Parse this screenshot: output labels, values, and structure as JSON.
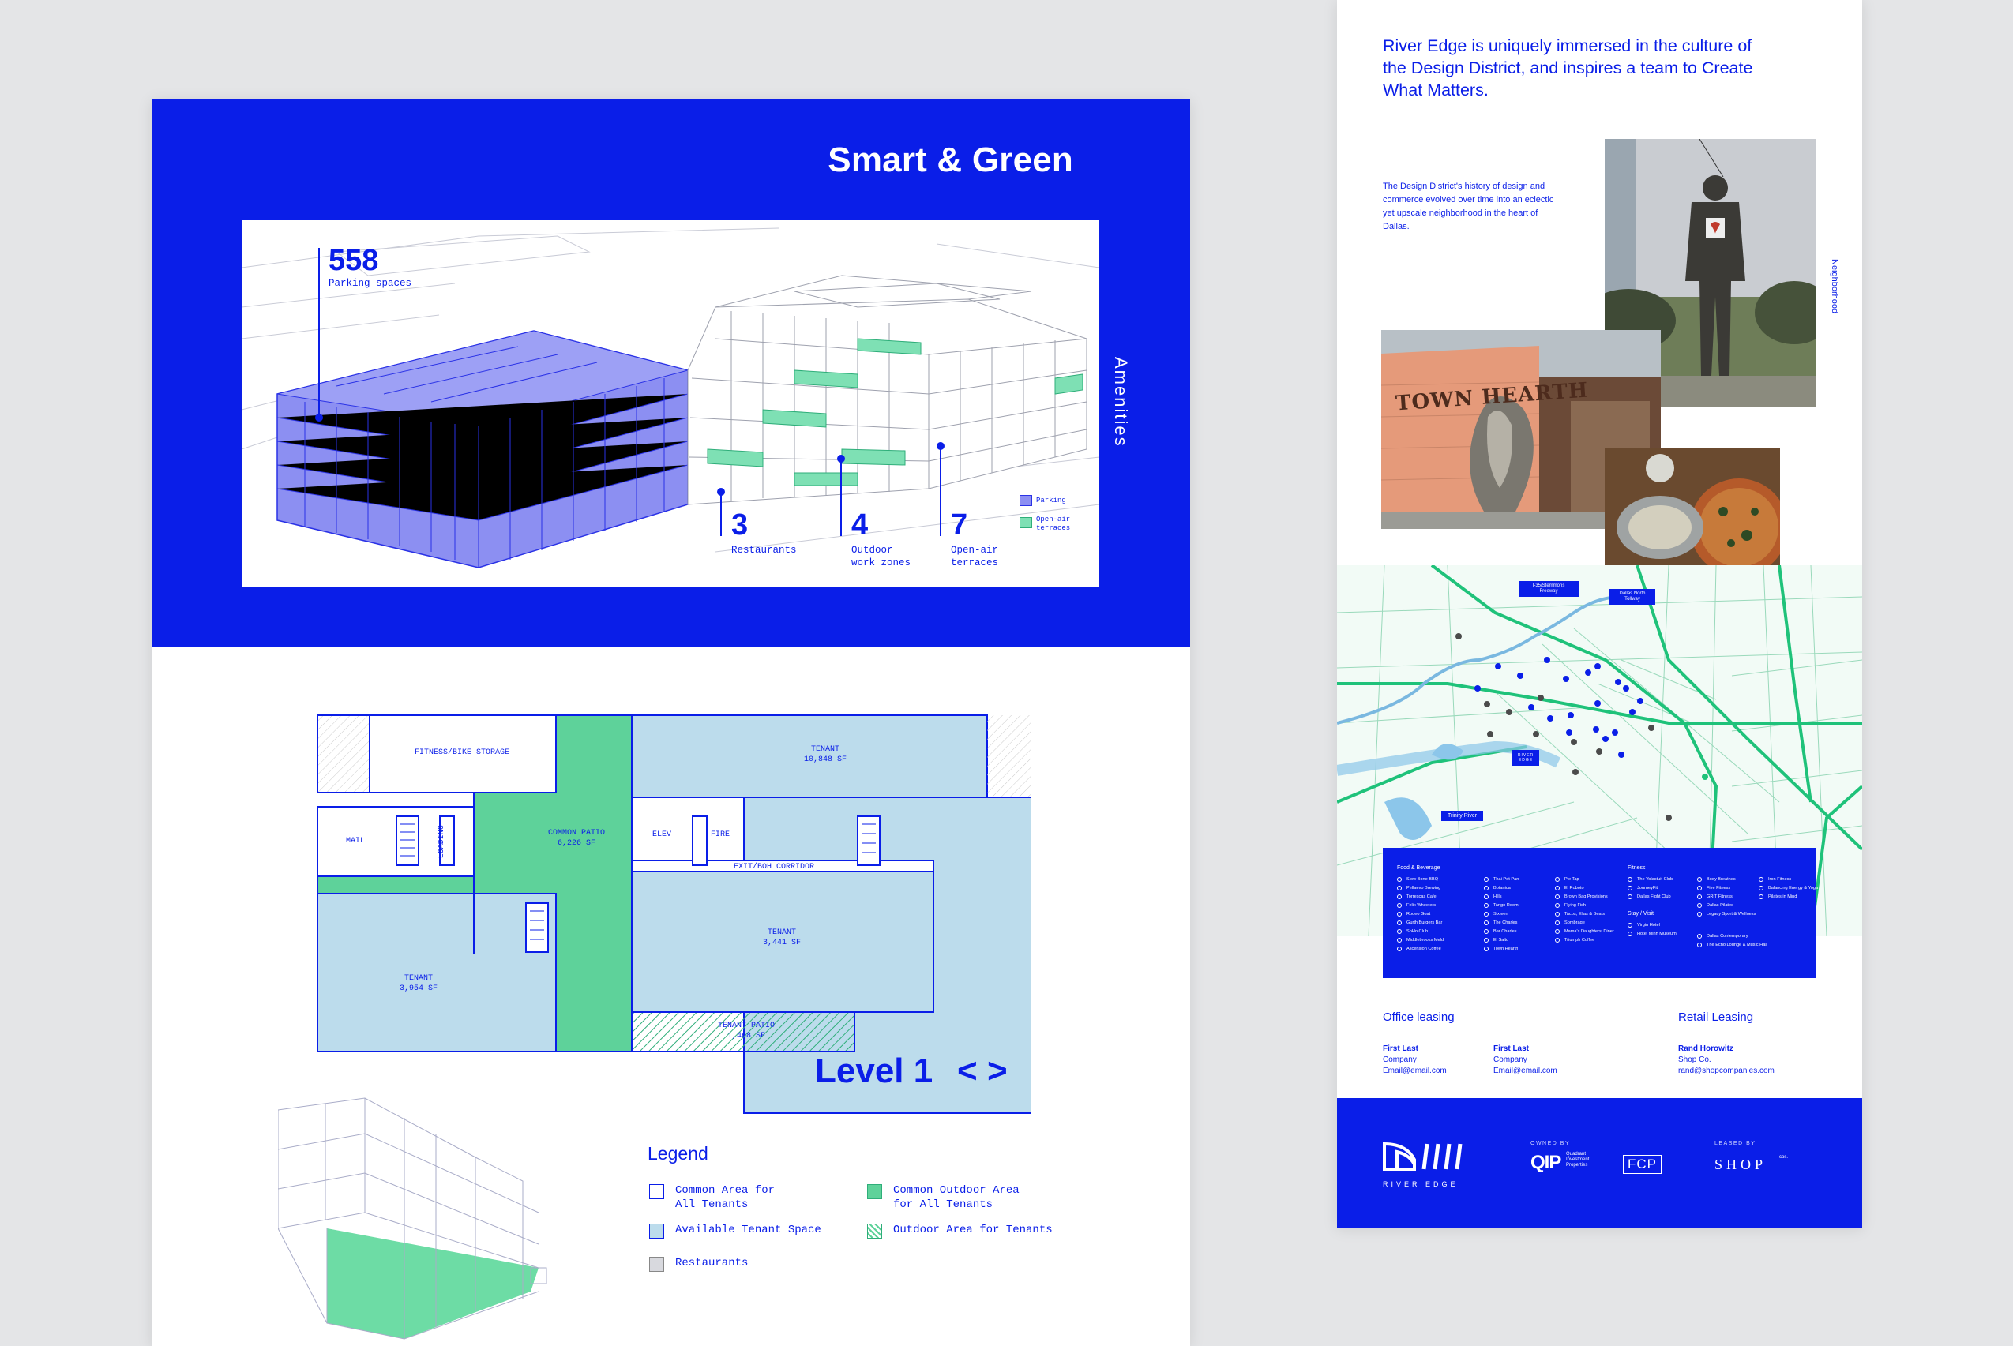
{
  "hero": {
    "title": "Smart & Green",
    "side_label": "Amenities",
    "stats": [
      {
        "number": "558",
        "label": "Parking spaces"
      },
      {
        "number": "3",
        "label": "Restaurants"
      },
      {
        "number": "4",
        "label": "Outdoor\nwork zones"
      },
      {
        "number": "7",
        "label": "Open-air\nterraces"
      }
    ],
    "legend": [
      "Parking",
      "Open-air\nterraces"
    ],
    "colors": {
      "brand_blue": "#0a1ee8",
      "parking": "#8c8ff2",
      "terrace": "#7ee0b4"
    }
  },
  "floor_plan": {
    "rooms": [
      {
        "label": "FITNESS/BIKE STORAGE"
      },
      {
        "label": "MAIL"
      },
      {
        "label": "LOADING"
      },
      {
        "label": "COMMON PATIO\n6,226 SF"
      },
      {
        "label": "ELEV"
      },
      {
        "label": "FIRE"
      },
      {
        "label": "TENANT\n10,848 SF"
      },
      {
        "label": "EXIT/BOH CORRIDOR"
      },
      {
        "label": "TENANT\n3,441 SF"
      },
      {
        "label": "TENANT\n3,954 SF"
      },
      {
        "label": "TENANT PATIO\n1,468 SF"
      }
    ],
    "level": "Level 1",
    "prev": "<",
    "next": ">"
  },
  "legend": {
    "title": "Legend",
    "items": [
      {
        "label": "Common Area for\nAll Tenants",
        "swatch": "outline"
      },
      {
        "label": "Common Outdoor Area\nfor All Tenants",
        "swatch": "green"
      },
      {
        "label": "Available Tenant Space",
        "swatch": "lightblue"
      },
      {
        "label": "Outdoor Area for Tenants",
        "swatch": "hatch"
      },
      {
        "label": "Restaurants",
        "swatch": "grey"
      }
    ]
  },
  "neighborhood": {
    "intro": "River Edge is uniquely immersed in the culture of the Design District, and inspires a team to Create What Matters.",
    "note": "The Design District's history of design and commerce evolved over time into an eclectic yet upscale neighborhood in the heart of Dallas.",
    "side_label": "Neighborhood",
    "sign_text": "TOWN HEARTH"
  },
  "map": {
    "labels": [
      "I-35/Stemmons Freeway",
      "Dallas North Tollway",
      "Trinity River",
      "RIVER EDGE"
    ],
    "key": {
      "food_title": "Food & Beverage",
      "food_col1": [
        "Slow Bone BBQ",
        "Pellaevo Brewing",
        "Torrescas Cafe",
        "Felix Wheelers",
        "Rodeo Goat",
        "Gurth Burgers Bar",
        "SoHo Club",
        "Middlebrooks Meld",
        "Ascension Coffee"
      ],
      "food_col2": [
        "Thai Pot Pan",
        "Botanica",
        "Hills",
        "Tango Room",
        "Sixteen",
        "The Charles",
        "Bar Charles",
        "El Salto",
        "Town Hearth"
      ],
      "food_col3": [
        "Pie Tap",
        "El Roboto",
        "Brown Bag Provisions",
        "Flying Fish",
        "Tacos, Elias & Beats",
        "Sombrage",
        "Mama's Daughters' Diner",
        "Triumph Coffee"
      ],
      "fitness_title": "Fitness",
      "fitness_col1": [
        "The Yolastuit Club",
        "JourneyFit",
        "Dallas Fight Club"
      ],
      "fitness_col2": [
        "Body Breathes",
        "Five Fitness",
        "GRIT Fitness",
        "Dallas Pilates",
        "Legacy Sport & Wellness"
      ],
      "fitness_col3": [
        "Iron Fitness",
        "Balancing Energy & Yoga",
        "Pilates in Mind"
      ],
      "stay_title": "Stay / Visit",
      "stay_col1": [
        "Virgin Hotel",
        "Hotel Minh Museum"
      ],
      "stay_col2": [
        "Dallas Contemporary",
        "The Echo Lounge & Music Hall"
      ]
    }
  },
  "leasing": {
    "office_title": "Office leasing",
    "retail_title": "Retail Leasing",
    "contacts": [
      {
        "name": "First Last",
        "company": "Company",
        "email": "Email@email.com"
      },
      {
        "name": "First Last",
        "company": "Company",
        "email": "Email@email.com"
      },
      {
        "name": "Rand Horowitz",
        "company": "Shop Co.",
        "email": "rand@shopcompanies.com"
      }
    ]
  },
  "footer": {
    "brand": "RIVER EDGE",
    "owned_by": "OWNED BY",
    "qip": "QIP",
    "qip_full": "Quadrant\nInvestment\nProperties",
    "fcp": "FCP",
    "leased_by": "LEASED BY",
    "shop": "SHOP",
    "shop_suffix": "cos."
  }
}
